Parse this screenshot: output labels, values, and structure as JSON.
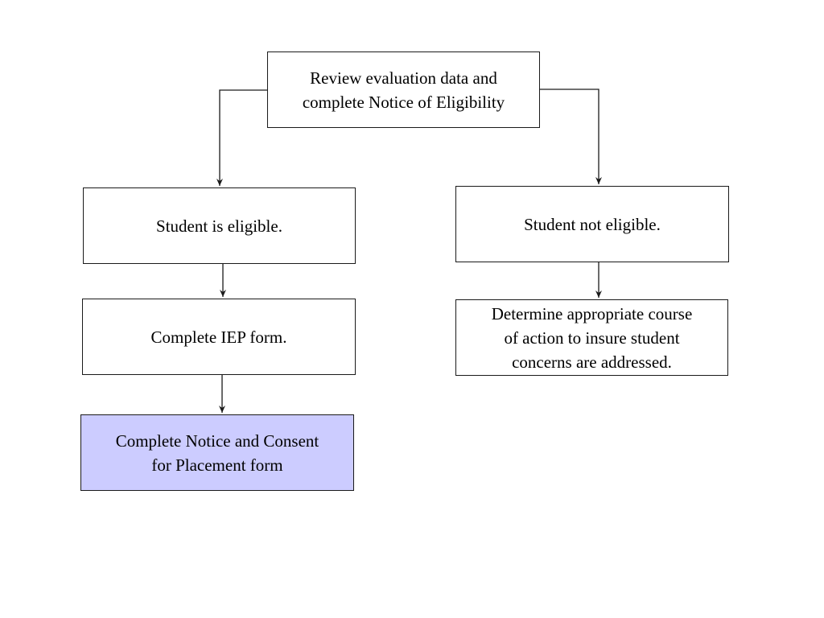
{
  "diagram": {
    "nodes": {
      "review": "Review evaluation data and\ncomplete Notice of Eligibility",
      "eligible": "Student is eligible.",
      "not_eligible": "Student not eligible.",
      "iep": "Complete IEP form.",
      "determine": "Determine appropriate course\nof action to insure student\nconcerns are addressed.",
      "consent": "Complete Notice and Consent\nfor Placement  form"
    },
    "edges": [
      {
        "from": "review",
        "to": "eligible"
      },
      {
        "from": "review",
        "to": "not_eligible"
      },
      {
        "from": "eligible",
        "to": "iep"
      },
      {
        "from": "iep",
        "to": "consent"
      },
      {
        "from": "not_eligible",
        "to": "determine"
      }
    ],
    "colors": {
      "line": "#1a1a1a",
      "box_fill": "#ffffff",
      "highlight_fill": "#ccccff",
      "text": "#000000"
    }
  }
}
